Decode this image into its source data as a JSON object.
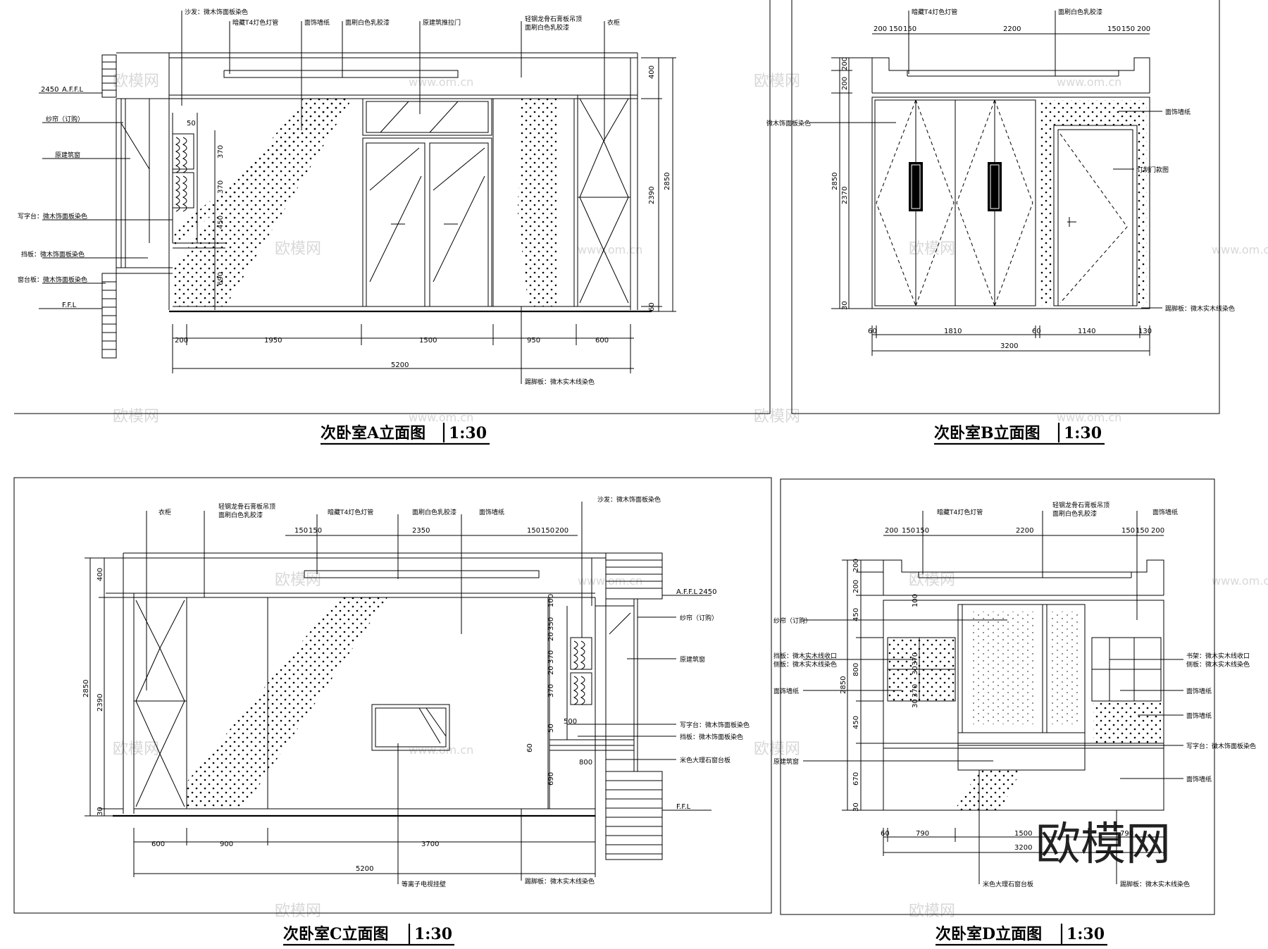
{
  "titles": {
    "a": "次卧室A立面图",
    "b": "次卧室B立面图",
    "c": "次卧室C立面图",
    "d": "次卧室D立面图",
    "scale": "1:30"
  },
  "watermark": {
    "logo": "欧模网",
    "site": "www.om.cn"
  },
  "elev_a": {
    "labels": {
      "l1": "沙发：微木饰面板染色",
      "l2": "暗藏T4灯色灯管",
      "l3": "面饰墙纸",
      "l4": "面刷白色乳胶漆",
      "l5": "原建筑推拉门",
      "l6": "轻钢龙骨石膏板吊顶",
      "l6b": "面刷白色乳胶漆",
      "l7": "衣柜",
      "l8": "纱帘（订购）",
      "l9": "原建筑窗",
      "l10": "写字台：微木饰面板染色",
      "l11": "挡板：微木饰面板染色",
      "l12": "窗台板：微木饰面板染色",
      "l13": "踢脚板：微木实木线染色"
    },
    "levels": {
      "top": "2450",
      "afl": "A.F.F.L",
      "bottom": "F.F.L"
    },
    "dims": {
      "d200": "200",
      "d1950": "1950",
      "d1500": "1500",
      "d950": "950",
      "d600": "600",
      "total": "5200",
      "v400": "400",
      "v2390": "2390",
      "v2850": "2850",
      "v60": "60",
      "s1": "370",
      "s2": "370",
      "s3": "450",
      "s4": "690",
      "s5": "50"
    }
  },
  "elev_b": {
    "labels": {
      "l1": "暗藏T4灯色灯管",
      "l2": "面刷白色乳胶漆",
      "l3": "面饰墙纸",
      "l4": "微木饰面板染色",
      "l5": "订制门款图",
      "l6": "踢脚板：微木实木线染色"
    },
    "dims": {
      "t200a": "200",
      "t150a": "150",
      "t150b": "150",
      "t2200": "2200",
      "t150c": "150",
      "t150d": "150",
      "t200b": "200",
      "b60a": "60",
      "b1810": "1810",
      "b60b": "60",
      "b1140": "1140",
      "b130": "130",
      "total": "3200",
      "v200a": "200",
      "v200b": "200",
      "v2370": "2370",
      "v2850": "2850",
      "v30": "30"
    }
  },
  "elev_c": {
    "labels": {
      "l1": "衣柜",
      "l2": "轻钢龙骨石膏板吊顶",
      "l2b": "面刷白色乳胶漆",
      "l3": "暗藏T4灯色灯管",
      "l4": "面刷白色乳胶漆",
      "l5": "面饰墙纸",
      "l6": "沙发：微木饰面板染色",
      "l7": "纱帘（订购）",
      "l8": "原建筑窗",
      "l9": "写字台：微木饰面板染色",
      "l10": "挡板：微木饰面板染色",
      "l11": "米色大理石窗台板",
      "l12": "等离子电视挂壁",
      "l13": "踢脚板：微木实木线染色"
    },
    "levels": {
      "top": "2450",
      "afl": "A.F.F.L",
      "bottom": "F.F.L"
    },
    "dims": {
      "t150a": "150",
      "t150b": "150",
      "t2350": "2350",
      "t150c": "150",
      "t150d": "150",
      "t200": "200",
      "b600": "600",
      "b900": "900",
      "b3700": "3700",
      "total": "5200",
      "v400": "400",
      "v2850": "2850",
      "v2390": "2390",
      "v30": "30",
      "s100": "100",
      "s350": "350",
      "s20a": "20",
      "s370a": "370",
      "s20b": "20",
      "s370b": "370",
      "s50": "50",
      "s60": "60",
      "s690": "690",
      "w500": "500",
      "w800": "800"
    }
  },
  "elev_d": {
    "labels": {
      "l1": "暗藏T4灯色灯管",
      "l2": "轻钢龙骨石膏板吊顶",
      "l2b": "面刷白色乳胶漆",
      "l3": "面饰墙纸",
      "l4": "纱帘（订购）",
      "l5": "挡板：微木实木线收口",
      "l5b": "侧板：微木实木线染色",
      "l6": "面饰墙纸",
      "l7": "原建筑窗",
      "l8": "书架：微木实木线收口",
      "l8b": "侧板：微木实木线染色",
      "l9": "面饰墙纸",
      "l10": "面饰墙纸",
      "l11": "写字台：微木饰面板染色",
      "l12": "面饰墙纸",
      "l13": "米色大理石窗台板",
      "l14": "踢脚板：微木实木线染色"
    },
    "dims": {
      "t200a": "200",
      "t150a": "150",
      "t150b": "150",
      "t2200": "2200",
      "t150c": "150",
      "t150d": "150",
      "t200b": "200",
      "b60": "60",
      "b790": "790",
      "b1500": "1500",
      "b790b": "790",
      "total": "3200",
      "v200a": "200",
      "v200b": "200",
      "v450a": "450",
      "v800": "800",
      "v2850": "2850",
      "v450b": "450",
      "v670": "670",
      "v30": "30",
      "s100": "100",
      "s370a": "370",
      "s30a": "30",
      "s370b": "370",
      "s30b": "30"
    }
  }
}
